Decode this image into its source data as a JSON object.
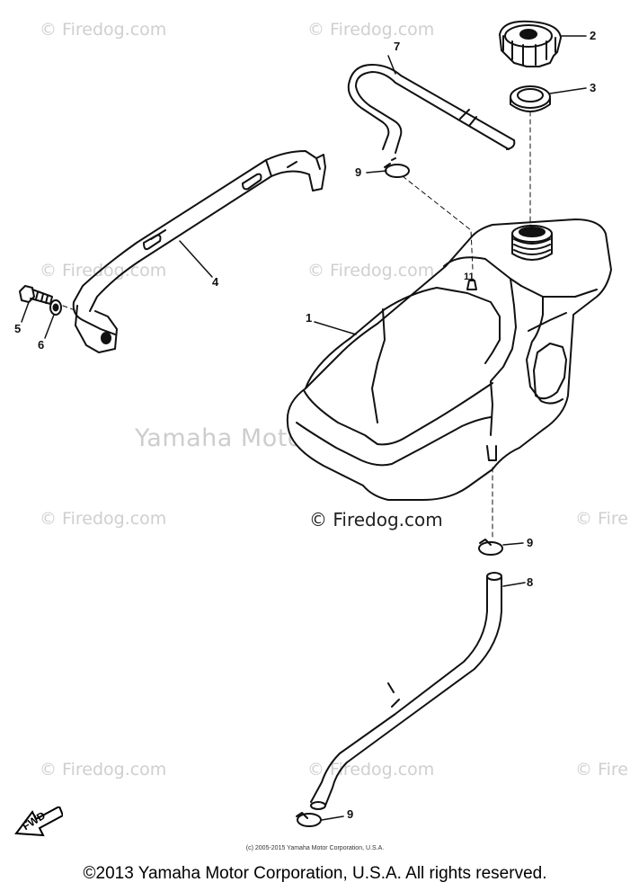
{
  "watermarks": {
    "firedog_text": "© Firedog.com",
    "firedog_cut_text": "© Fire",
    "center_text": "Yamaha Motor Corp. U.S.A",
    "dark_text": "© Firedog.com"
  },
  "callouts": {
    "c1": "1",
    "c2": "2",
    "c3": "3",
    "c4": "4",
    "c5": "5",
    "c6": "6",
    "c7": "7",
    "c8": "8",
    "c9a": "9",
    "c9b": "9",
    "c9c": "9",
    "c11": "11"
  },
  "fwd_label": "FWD",
  "small_copyright": "(c) 2005-2015 Yamaha Motor Corporation, U.S.A.",
  "footer_copyright": "©2013 Yamaha Motor Corporation, U.S.A. All rights reserved.",
  "colors": {
    "line": "#111111",
    "watermark": "#cfcfcf"
  }
}
